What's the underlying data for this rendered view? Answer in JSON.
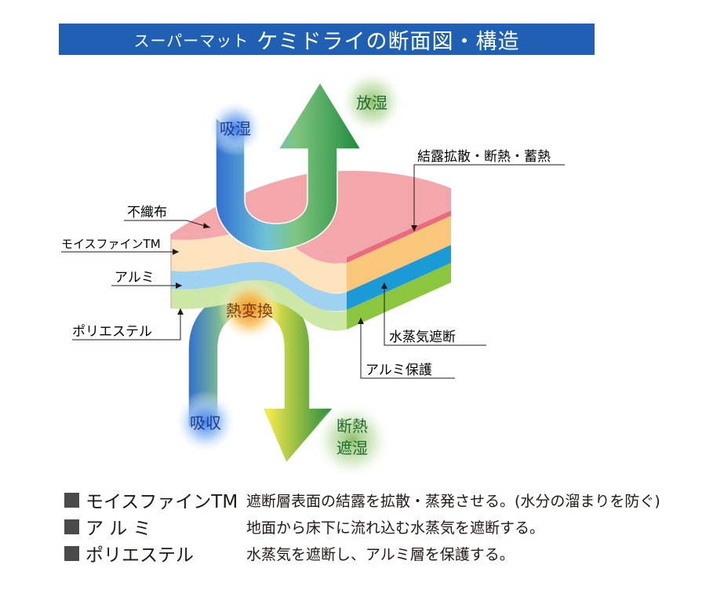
{
  "header": {
    "prefix": "スーパーマット",
    "title": "ケミドライの断面図・構造"
  },
  "diagram": {
    "arrows": {
      "absorb_humidity": "吸湿",
      "release_humidity": "放湿",
      "heat_exchange": "熱変換",
      "absorb": "吸収",
      "insulate_line1": "断熱",
      "insulate_line2": "遮湿"
    },
    "left_labels": [
      "不織布",
      "モイスファインTM",
      "アルミ",
      "ポリエステル"
    ],
    "right_labels": [
      "結露拡散・断熱・蓄熱",
      "水蒸気遮断",
      "アルミ保護"
    ],
    "layer_colors": {
      "nonwoven": "#f2a8ad",
      "moisfine": "#fce2bd",
      "aluminum": "#9fd1f1",
      "polyester": "#cde7a6"
    }
  },
  "legend": [
    {
      "name": "モイスファインTM",
      "desc": "遮断層表面の結露を拡散・蒸発させる。(水分の溜まりを防ぐ)"
    },
    {
      "name": "ア ル ミ",
      "desc": "地面から床下に流れ込む水蒸気を遮断する。"
    },
    {
      "name": "ポリエステル",
      "desc": "水蒸気を遮断し、アルミ層を保護する。"
    }
  ]
}
